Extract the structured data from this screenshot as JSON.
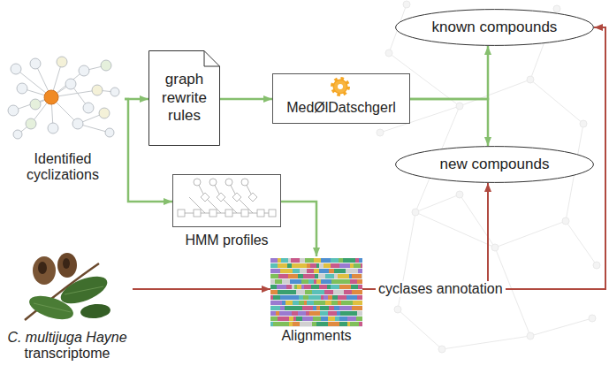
{
  "diagram": {
    "nodes": [
      {
        "text": [
          "Identified cyclizations"
        ]
      },
      {
        "text": [
          "graph rewrite rules"
        ]
      },
      {
        "text": [
          "MedØlDatschgerl"
        ]
      },
      {
        "text": [
          "known compounds"
        ]
      },
      {
        "text": [
          "new compounds"
        ]
      },
      {
        "text": [
          "HMM profiles"
        ]
      },
      {
        "text": [
          "C. multijuga Hayne",
          "transcriptome"
        ]
      },
      {
        "text": [
          "Alignments"
        ]
      }
    ],
    "edges": [
      {
        "from": 0,
        "to": 1,
        "arrow": "to"
      },
      {
        "from": 0,
        "to": 5,
        "arrow": "to"
      },
      {
        "from": 1,
        "to": 2,
        "arrow": "to"
      },
      {
        "from": 2,
        "to": 3,
        "arrow": "to"
      },
      {
        "from": 2,
        "to": 4,
        "arrow": "to"
      },
      {
        "from": 5,
        "to": 7,
        "arrow": "to"
      },
      {
        "from": 6,
        "to": 7,
        "arrow": "to"
      },
      {
        "from": 7,
        "to": 4,
        "arrow": "to",
        "label": "cyclases annotation"
      },
      {
        "from": 7,
        "to": 3,
        "arrow": "to"
      }
    ]
  }
}
